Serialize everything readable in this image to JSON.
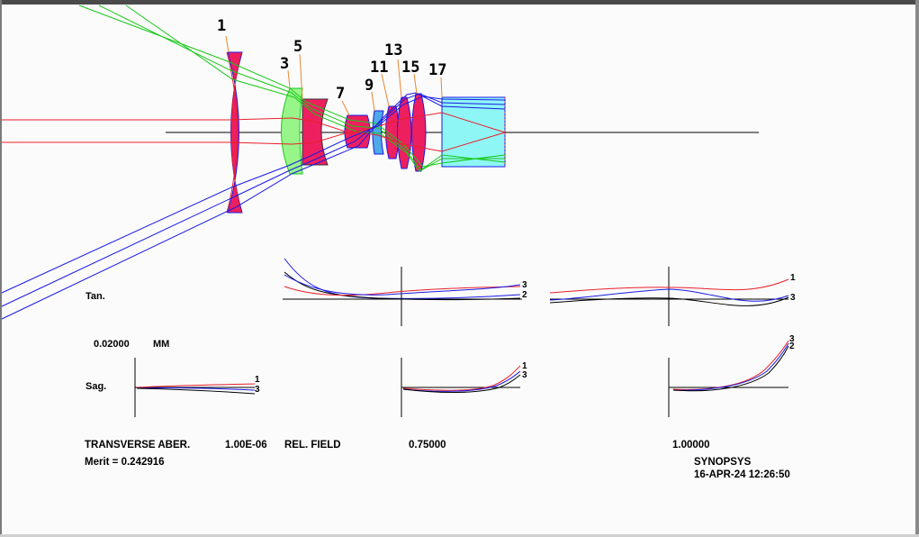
{
  "colors": {
    "lens_fill": "#ee1f5f",
    "green_lens_fill": "#98f58a",
    "blue_element_fill": "#4fa9e8",
    "prism_fill": "#8ff6f6",
    "ray_red": "#e8202a",
    "ray_green": "#18c818",
    "ray_blue": "#1a1ae6",
    "axis": "#000000"
  },
  "lens_diagram": {
    "surface_labels": [
      "1",
      "3",
      "5",
      "7",
      "9",
      "11",
      "13",
      "15",
      "17"
    ]
  },
  "aberration_plots": {
    "tan_label": "Tan.",
    "sag_label": "Sag.",
    "scale_value": "0.02000",
    "scale_unit": "MM",
    "curve_labels": {
      "tan_075_top": "3",
      "tan_075_bottom": "2",
      "tan_100_top": "1",
      "tan_100_bottom": "3",
      "sag_000_top": "1",
      "sag_000_bottom": "3",
      "sag_075_top": "1",
      "sag_075_bottom": "3",
      "sag_100_top": "3",
      "sag_100_bottom": "2"
    }
  },
  "footer": {
    "title": "TRANSVERSE ABER.",
    "field_values": [
      "1.00E-06",
      "0.75000",
      "1.00000"
    ],
    "field_label": "REL. FIELD",
    "merit": "Merit = 0.242916",
    "program": "SYNOPSYS",
    "timestamp": "16-APR-24  12:26:50"
  }
}
